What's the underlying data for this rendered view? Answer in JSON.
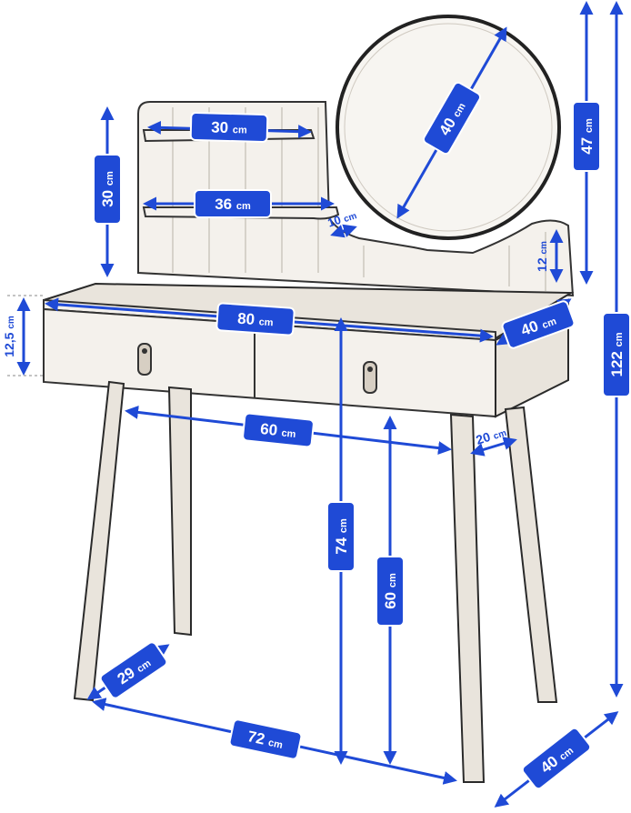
{
  "unit": "cm",
  "colors": {
    "dimension": "#1f4ad6",
    "label_text": "#ffffff",
    "sketch_line": "#333333"
  },
  "dimensions": [
    {
      "id": "shelf-top-width",
      "value": "30"
    },
    {
      "id": "shelf-bottom-width",
      "value": "36"
    },
    {
      "id": "shelf-depth",
      "value": "10"
    },
    {
      "id": "shelf-height",
      "value": "30"
    },
    {
      "id": "mirror-diameter",
      "value": "40"
    },
    {
      "id": "mirror-height",
      "value": "47"
    },
    {
      "id": "side-panel-height",
      "value": "12"
    },
    {
      "id": "top-width",
      "value": "80"
    },
    {
      "id": "top-depth",
      "value": "40"
    },
    {
      "id": "drawer-height",
      "value": "12,5"
    },
    {
      "id": "total-height",
      "value": "122"
    },
    {
      "id": "leg-span-front",
      "value": "60"
    },
    {
      "id": "leg-side-offset",
      "value": "20"
    },
    {
      "id": "table-height",
      "value": "74"
    },
    {
      "id": "leg-height",
      "value": "60"
    },
    {
      "id": "leg-splay",
      "value": "29"
    },
    {
      "id": "floor-width",
      "value": "72"
    },
    {
      "id": "floor-depth",
      "value": "40"
    }
  ]
}
